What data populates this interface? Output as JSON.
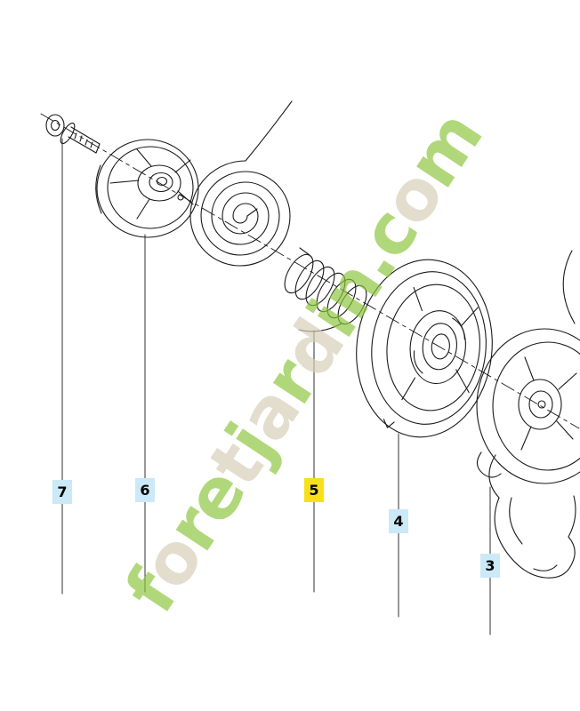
{
  "page": {
    "background": "#ffffff",
    "line_color": "#1a1a1a"
  },
  "watermark": {
    "text": "foretjardin.com",
    "green": "#8cc63e",
    "beige": "#d6cdb8",
    "letters": [
      {
        "ch": "f",
        "color": "#8cc63e"
      },
      {
        "ch": "o",
        "color": "#d6cdb8"
      },
      {
        "ch": "r",
        "color": "#8cc63e"
      },
      {
        "ch": "e",
        "color": "#8cc63e"
      },
      {
        "ch": "t",
        "color": "#d6cdb8"
      },
      {
        "ch": "j",
        "color": "#8cc63e"
      },
      {
        "ch": "a",
        "color": "#d6cdb8"
      },
      {
        "ch": "r",
        "color": "#8cc63e"
      },
      {
        "ch": "d",
        "color": "#d6cdb8"
      },
      {
        "ch": "i",
        "color": "#8cc63e"
      },
      {
        "ch": "n",
        "color": "#8cc63e"
      },
      {
        "ch": ".",
        "color": "#8cc63e"
      },
      {
        "ch": "c",
        "color": "#8cc63e"
      },
      {
        "ch": "o",
        "color": "#d6cdb8"
      },
      {
        "ch": "m",
        "color": "#8cc63e"
      }
    ]
  },
  "labels": [
    {
      "num": "7",
      "bg": "#cbe9f7",
      "highlighted": false
    },
    {
      "num": "6",
      "bg": "#cbe9f7",
      "highlighted": false
    },
    {
      "num": "5",
      "bg": "#f6e01c",
      "highlighted": true
    },
    {
      "num": "4",
      "bg": "#cbe9f7",
      "highlighted": false
    },
    {
      "num": "3",
      "bg": "#cbe9f7",
      "highlighted": false
    }
  ],
  "theme": {
    "callout_bg": "#cbe9f7",
    "callout_highlight_bg": "#f6e01c"
  }
}
